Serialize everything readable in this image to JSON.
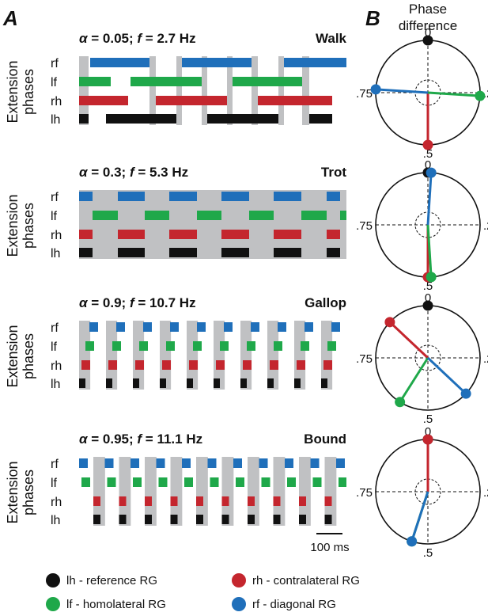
{
  "panels": {
    "a": "A",
    "b": "B"
  },
  "panel_b_header": [
    "Phase",
    "difference"
  ],
  "y_axis_label": [
    "Extension",
    "phases"
  ],
  "limbs": [
    "rf",
    "lf",
    "rh",
    "lh"
  ],
  "colors": {
    "rf": "#1f6fba",
    "lf": "#1fa84a",
    "rh": "#c4262e",
    "lh": "#111111",
    "stance": "#c0c1c3"
  },
  "phase_ticks": [
    "0",
    ".25",
    ".5",
    ".75"
  ],
  "scale_bar": "100 ms",
  "chart_data": [
    {
      "type": "gait-diagram",
      "param_prefix": "α = ",
      "alpha": "0.05",
      "sep": "; ",
      "freq_prefix": "f = ",
      "freq": "2.7 Hz",
      "gait": "Walk",
      "ext_duty": 0.7,
      "bars": {
        "rf": [
          [
            14,
            89
          ],
          [
            130,
            218
          ],
          [
            259,
            338
          ]
        ],
        "lf": [
          [
            0,
            40
          ],
          [
            65,
            155
          ],
          [
            194,
            282
          ]
        ],
        "rh": [
          [
            0,
            62
          ],
          [
            97,
            187
          ],
          [
            226,
            320
          ]
        ],
        "lh": [
          [
            0,
            12
          ],
          [
            34,
            123
          ],
          [
            162,
            252
          ],
          [
            291,
            320
          ]
        ]
      },
      "stance_fill": [
        [
          0,
          12
        ],
        [
          89,
          97
        ],
        [
          123,
          130
        ],
        [
          155,
          162
        ],
        [
          187,
          194
        ],
        [
          218,
          226
        ],
        [
          252,
          259
        ],
        [
          282,
          291
        ]
      ],
      "phase_diff": {
        "lh": 0.0,
        "lf": 0.26,
        "rh": 0.5,
        "rf": 0.76
      }
    },
    {
      "type": "gait-diagram",
      "param_prefix": "α = ",
      "alpha": "0.3",
      "sep": "; ",
      "freq_prefix": "f = ",
      "freq": "5.3 Hz",
      "gait": "Trot",
      "bars": {
        "rf": [
          [
            0,
            17
          ],
          [
            49,
            83
          ],
          [
            114,
            149
          ],
          [
            180,
            215
          ],
          [
            246,
            281
          ],
          [
            313,
            330
          ]
        ],
        "lf": [
          [
            17,
            49
          ],
          [
            83,
            114
          ],
          [
            149,
            180
          ],
          [
            215,
            246
          ],
          [
            281,
            313
          ],
          [
            330,
            338
          ]
        ],
        "rh": [
          [
            0,
            17
          ],
          [
            49,
            83
          ],
          [
            114,
            149
          ],
          [
            180,
            215
          ],
          [
            246,
            281
          ],
          [
            313,
            330
          ]
        ],
        "lh": [
          [
            0,
            17
          ],
          [
            49,
            83
          ],
          [
            114,
            149
          ],
          [
            180,
            215
          ],
          [
            246,
            281
          ],
          [
            313,
            330
          ]
        ]
      },
      "stance_fill": [
        [
          0,
          338
        ]
      ],
      "phase_diff": {
        "lh": 0.0,
        "lf": 0.49,
        "rh": 0.5,
        "rf": 0.01
      }
    },
    {
      "type": "gait-diagram",
      "param_prefix": "α = ",
      "alpha": "0.9",
      "sep": "; ",
      "freq_prefix": "f = ",
      "freq": "10.7 Hz",
      "gait": "Gallop",
      "period": 34,
      "offset": 0,
      "phases": {
        "rf": [
          13,
          24
        ],
        "lf": [
          8,
          19
        ],
        "rh": [
          3,
          14
        ],
        "lh": [
          0,
          8
        ]
      },
      "phase_diff": {
        "lh": 0.0,
        "lf": 0.59,
        "rh": 0.87,
        "rf": 0.37
      }
    },
    {
      "type": "gait-diagram",
      "param_prefix": "α = ",
      "alpha": "0.95",
      "sep": "; ",
      "freq_prefix": "f = ",
      "freq": "11.1 Hz",
      "gait": "Bound",
      "period": 32.5,
      "offset": 0,
      "phases": {
        "rf": [
          0,
          11
        ],
        "lf": [
          3,
          14
        ],
        "rh": [
          18,
          27
        ],
        "lh": [
          18,
          27
        ]
      },
      "phase_diff": {
        "lh": 0.0,
        "lf": 0.55,
        "rh": 0.0,
        "rf": 0.55
      }
    }
  ],
  "legend": [
    {
      "key": "lh",
      "text": "lh - reference RG"
    },
    {
      "key": "rh",
      "text": "rh - contralateral RG"
    },
    {
      "key": "lf",
      "text": "lf  - homolateral RG"
    },
    {
      "key": "rf",
      "text": "rf  - diagonal RG"
    }
  ]
}
